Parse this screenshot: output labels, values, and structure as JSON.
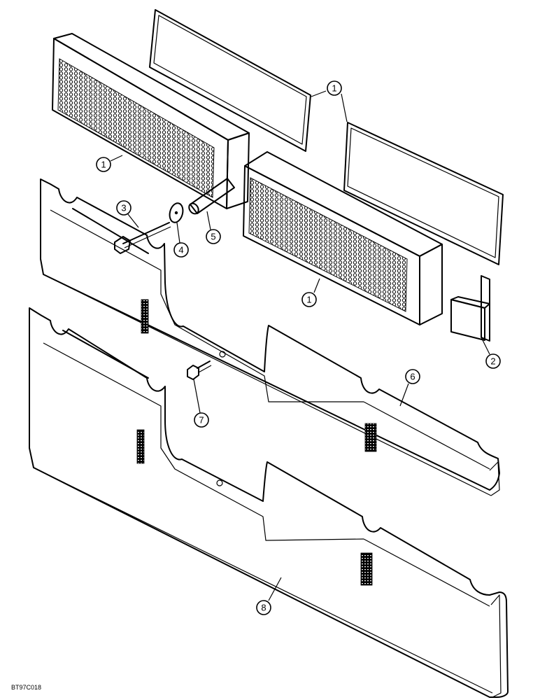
{
  "callouts": [
    {
      "id": "1a",
      "label": "1"
    },
    {
      "id": "1b",
      "label": "1"
    },
    {
      "id": "1c",
      "label": "1"
    },
    {
      "id": "2",
      "label": "2"
    },
    {
      "id": "3",
      "label": "3"
    },
    {
      "id": "4",
      "label": "4"
    },
    {
      "id": "5",
      "label": "5"
    },
    {
      "id": "6",
      "label": "6"
    },
    {
      "id": "7",
      "label": "7"
    },
    {
      "id": "8",
      "label": "8"
    }
  ],
  "drawing_code": "BT97C018"
}
